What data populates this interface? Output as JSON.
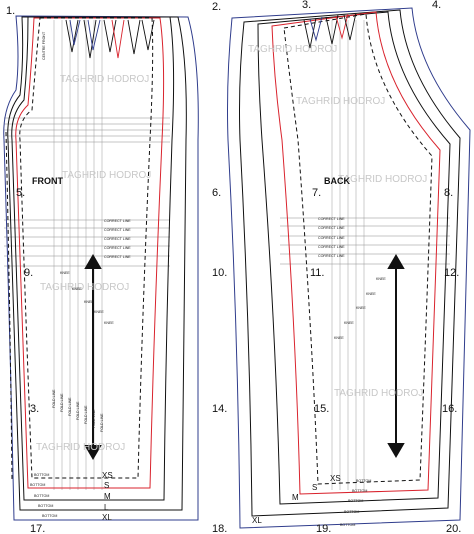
{
  "front": {
    "title": "FRONT",
    "centre_front": "CENTRE FRONT",
    "correct_line": "CORRECT LINE",
    "knee": "KNEE",
    "fold_line": "FOLD LINE",
    "bottom": "BOTTOM"
  },
  "back": {
    "title": "BACK",
    "correct_line": "CORRECT LINE",
    "knee": "KNEE",
    "bottom": "BOTTOM"
  },
  "watermark": "TAGHRID HODROJ",
  "point_numbers": {
    "p1": "1.",
    "p2": "2.",
    "p3": "3.",
    "p4": "4.",
    "p5": "5.",
    "p6": "6.",
    "p7": "7.",
    "p8": "8.",
    "p9": "9.",
    "p10": "10.",
    "p11": "11.",
    "p12": "12.",
    "p13": "3.",
    "p14": "14.",
    "p15": "15.",
    "p16": "16.",
    "p17": "17.",
    "p18": "18.",
    "p19": "19.",
    "p20": "20."
  },
  "sizes": {
    "xs": "XS",
    "s": "S",
    "m": "M",
    "l": "L",
    "xl": "XL"
  },
  "colors": {
    "line": "#111111",
    "red": "#d9232d",
    "blue": "#2f3c8c",
    "grid": "#8a8a8a",
    "watermark": "#c8c8c8"
  }
}
